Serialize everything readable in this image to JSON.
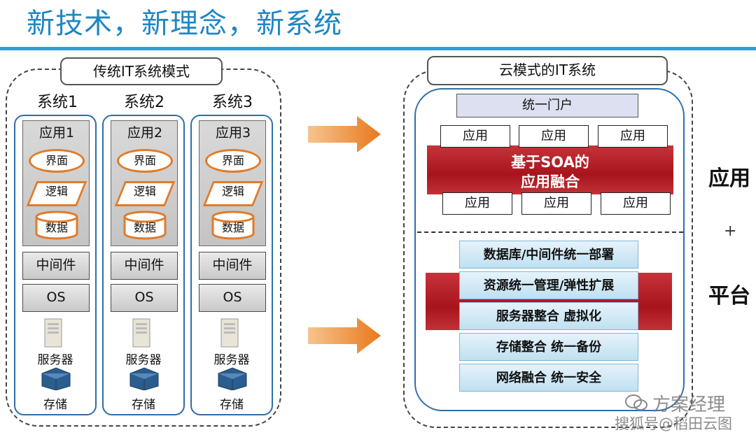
{
  "title": "新技术，新理念，新系统",
  "traditional": {
    "label": "传统IT系统模式",
    "systems": [
      {
        "name": "系统1",
        "app": "应用1"
      },
      {
        "name": "系统2",
        "app": "应用2"
      },
      {
        "name": "系统3",
        "app": "应用3"
      }
    ],
    "ui_label": "界面",
    "logic_label": "逻辑",
    "data_label": "数据",
    "middleware_label": "中间件",
    "os_label": "OS",
    "server_label": "服务器",
    "storage_label": "存储"
  },
  "cloud": {
    "label": "云模式的IT系统",
    "portal": "统一门户",
    "app_label": "应用",
    "soa_line1": "基于SOA的",
    "soa_line2": "应用融合",
    "platform_items": [
      "数据库/中间件统一部署",
      "资源统一管理/弹性扩展",
      "服务器整合  虚拟化",
      "存储整合  统一备份",
      "网络融合  统一安全"
    ]
  },
  "side": {
    "app": "应用",
    "plus": "+",
    "platform": "平台"
  },
  "watermark": {
    "line1": "方案经理",
    "line2": "搜狐号@稻田云图"
  },
  "colors": {
    "title": "#1f86c4",
    "rule": "#29a3dc",
    "orange": "#e07b2a",
    "red": "#b8232a",
    "blue_border": "#2f6ea8"
  }
}
